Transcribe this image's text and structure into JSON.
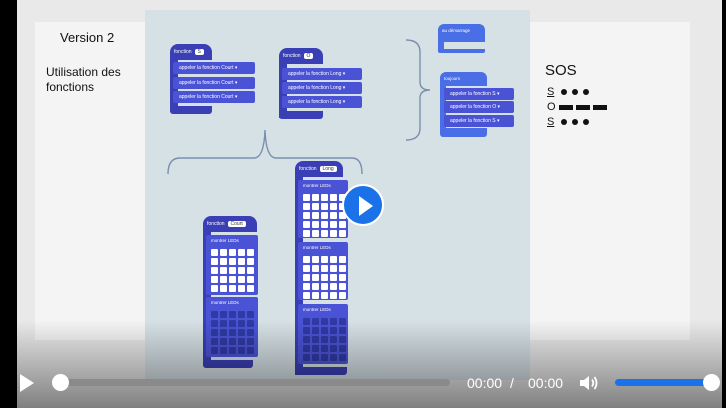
{
  "slide": {
    "version_title": "Version 2",
    "usage_title": "Utilisation des fonctions",
    "sos": {
      "title": "SOS",
      "lines": [
        {
          "letter": "S",
          "code": [
            "dot",
            "dot",
            "dot"
          ]
        },
        {
          "letter": "O",
          "code": [
            "dash",
            "dash",
            "dash"
          ]
        },
        {
          "letter": "S",
          "code": [
            "dot",
            "dot",
            "dot"
          ]
        }
      ]
    }
  },
  "makecode": {
    "func_s": {
      "head": "fonction",
      "name": "S",
      "calls": [
        "appeler la fonction  Court ▾",
        "appeler la fonction  Court ▾",
        "appeler la fonction  Court ▾"
      ]
    },
    "func_o": {
      "head": "fonction",
      "name": "O",
      "calls": [
        "appeler la fonction  Long ▾",
        "appeler la fonction  Long ▾",
        "appeler la fonction  Long ▾"
      ]
    },
    "on_start": "au démarrage",
    "forever": {
      "head": "toujours",
      "calls": [
        "appeler la fonction  S ▾",
        "appeler la fonction  O ▾",
        "appeler la fonction  S ▾"
      ]
    },
    "func_court": {
      "head": "fonction",
      "name": "Court",
      "show_label": "montrer LEDs",
      "leds_on": [
        1,
        1,
        1,
        1,
        1,
        1,
        1,
        1,
        1,
        1,
        1,
        1,
        1,
        1,
        1,
        1,
        1,
        1,
        1,
        1,
        1,
        1,
        1,
        1,
        1
      ]
    },
    "func_long": {
      "head": "fonction",
      "name": "Long",
      "show_label": "montrer LEDs"
    }
  },
  "player": {
    "current_time": "00:00",
    "separator": "/",
    "duration": "00:00",
    "progress": 0,
    "volume": 0.95
  }
}
